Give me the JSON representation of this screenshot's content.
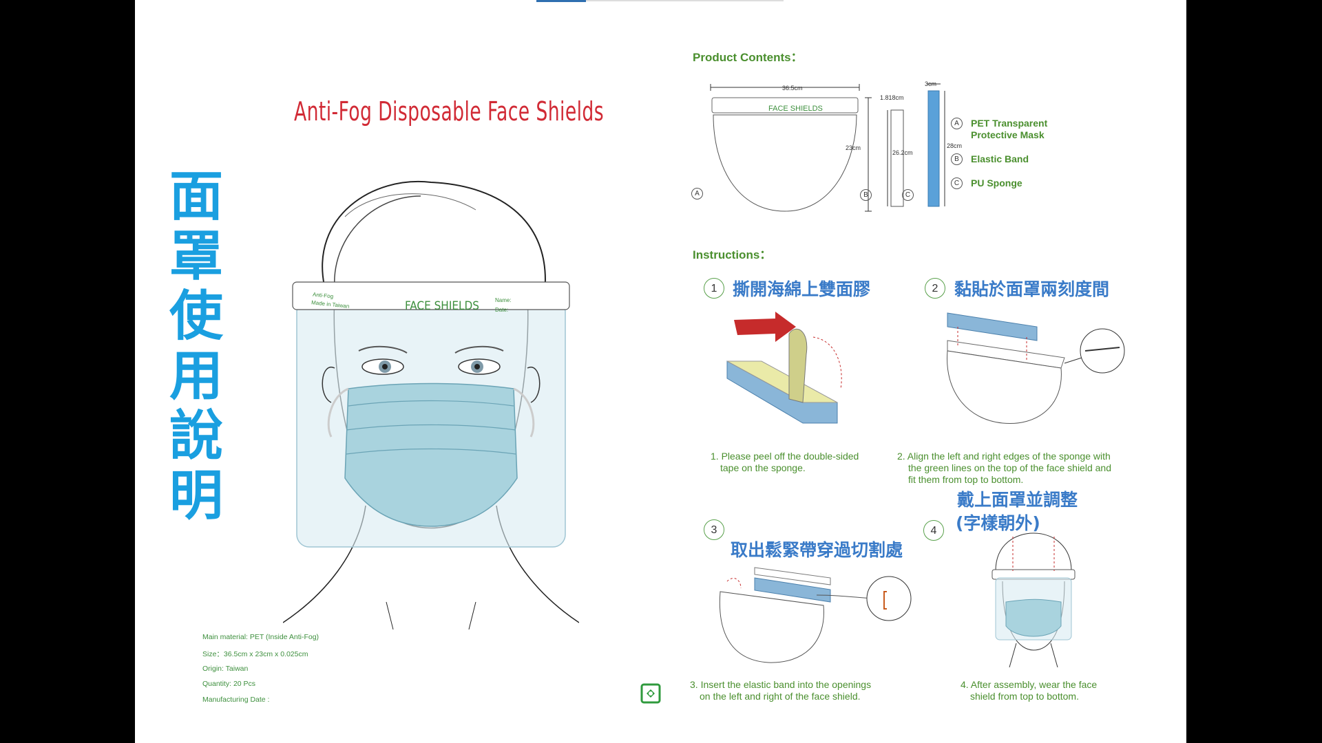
{
  "vertical_title": [
    "面",
    "罩",
    "使",
    "用",
    "說",
    "明"
  ],
  "main_title": "Anti-Fog  Disposable  Face Shields",
  "shield_band": {
    "label": "FACE SHIELDS",
    "left_small_1": "Anti-Fog",
    "left_small_2": "Made in Taiwan",
    "right_small_1": "Name:",
    "right_small_2": "Date:"
  },
  "specs": {
    "material": "Main material: PET (Inside Anti-Fog)",
    "size": "Size：36.5cm x 23cm x 0.025cm",
    "origin": "Origin: Taiwan",
    "quantity": "Quantity: 20 Pcs",
    "date": "Manufacturing Date :"
  },
  "product_contents": {
    "heading": "Product Contents：",
    "dims": {
      "width": "36.5cm",
      "height_a": "23cm",
      "band_width": "1.818cm",
      "band_height": "26.2cm",
      "sponge_width": "3cm",
      "sponge_height": "28cm"
    },
    "legend": [
      {
        "mark": "A",
        "text_1": "PET Transparent",
        "text_2": "Protective Mask"
      },
      {
        "mark": "B",
        "text_1": "Elastic Band",
        "text_2": ""
      },
      {
        "mark": "C",
        "text_1": "PU Sponge",
        "text_2": ""
      }
    ],
    "labels": [
      "A",
      "B",
      "C"
    ]
  },
  "instructions": {
    "heading": "Instructions：",
    "steps": [
      {
        "num": "1",
        "title": "撕開海綿上雙面膠",
        "desc_1": "1. Please peel off the double-sided",
        "desc_2": "tape on the sponge.",
        "desc_3": ""
      },
      {
        "num": "2",
        "title": "黏貼於面罩兩刻度間",
        "desc_1": "2.  Align the left and right edges of the sponge with",
        "desc_2": "the green lines on the top of the face shield and",
        "desc_3": "fit them from top to bottom."
      },
      {
        "num": "3",
        "title": "取出鬆緊帶穿過切割處",
        "desc_1": "3. Insert the elastic band into the openings",
        "desc_2": "on the left and right of the face shield.",
        "desc_3": ""
      },
      {
        "num": "4",
        "title_1": "戴上面罩並調整",
        "title_2": "(字樣朝外)",
        "desc_1": "4. After assembly, wear the face",
        "desc_2": "shield from top to bottom.",
        "desc_3": ""
      }
    ]
  },
  "colors": {
    "title_red": "#d12a35",
    "vertical_blue": "#1a9fe0",
    "step_blue": "#3a7bc8",
    "green": "#4a8f2e"
  }
}
